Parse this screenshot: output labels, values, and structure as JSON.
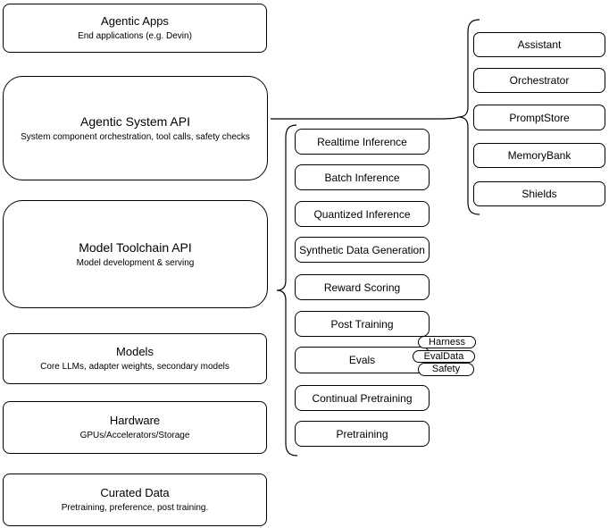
{
  "colors": {
    "background": "#ffffff",
    "stroke": "#000000",
    "fill": "#ffffff",
    "text": "#000000"
  },
  "left_stack": {
    "boxes": [
      {
        "title": "Agentic Apps",
        "subtitle": "End applications (e.g. Devin)"
      },
      {
        "title": "Agentic System API",
        "subtitle": "System component orchestration, tool calls, safety checks"
      },
      {
        "title": "Model Toolchain API",
        "subtitle": "Model development & serving"
      },
      {
        "title": "Models",
        "subtitle": "Core LLMs, adapter weights, secondary models"
      },
      {
        "title": "Hardware",
        "subtitle": "GPUs/Accelerators/Storage"
      },
      {
        "title": "Curated Data",
        "subtitle": "Pretraining, preference, post training."
      }
    ]
  },
  "toolchain_group": {
    "items": [
      {
        "label": "Realtime Inference"
      },
      {
        "label": "Batch Inference"
      },
      {
        "label": "Quantized Inference"
      },
      {
        "label": "Synthetic Data Generation"
      },
      {
        "label": "Reward Scoring"
      },
      {
        "label": "Post Training"
      },
      {
        "label": "Evals"
      },
      {
        "label": "Continual Pretraining"
      },
      {
        "label": "Pretraining"
      }
    ],
    "eval_badges": [
      {
        "label": "Harness"
      },
      {
        "label": "EvalData"
      },
      {
        "label": "Safety"
      }
    ]
  },
  "system_group": {
    "items": [
      {
        "label": "Assistant"
      },
      {
        "label": "Orchestrator"
      },
      {
        "label": "PromptStore"
      },
      {
        "label": "MemoryBank"
      },
      {
        "label": "Shields"
      }
    ]
  }
}
